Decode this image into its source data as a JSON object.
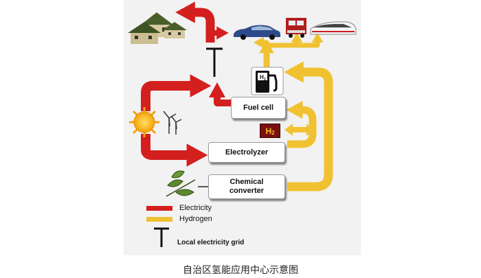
{
  "diagram": {
    "boxes": {
      "fuel_cell": "Fuel cell",
      "electrolyzer": "Electrolyzer",
      "chemical_line1": "Chemical",
      "chemical_line2": "converter"
    },
    "h2_badge": "H",
    "h2_badge_sub": "2",
    "pump_label": "H",
    "pump_label_sub": "2"
  },
  "legend": {
    "electricity": "Electricity",
    "hydrogen": "Hydrogen",
    "grid": "Local electricity grid"
  },
  "caption": "自治区氢能应用中心示意图",
  "colors": {
    "electricity": "#d41f1f",
    "hydrogen": "#f0c232",
    "h2_badge_bg": "#7a1010",
    "panel_bg": "#f2f2f2"
  }
}
